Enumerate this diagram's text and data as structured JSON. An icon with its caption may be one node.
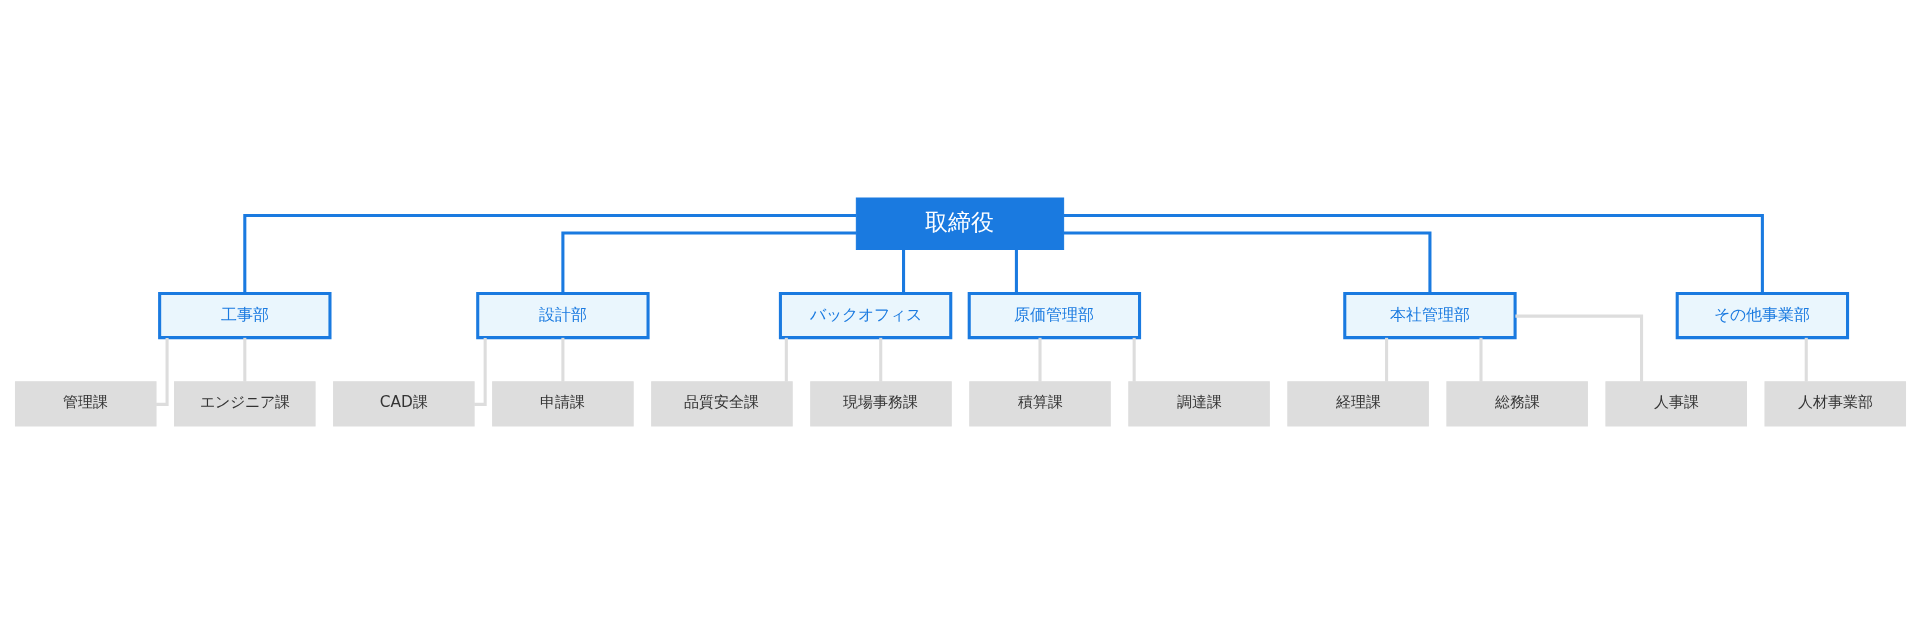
{
  "diagram": {
    "nodes": [
      {
        "text": [
          "取締役"
        ]
      },
      {
        "text": [
          "工事部"
        ]
      },
      {
        "text": [
          "設計部"
        ]
      },
      {
        "text": [
          "バックオフィス"
        ]
      },
      {
        "text": [
          "原価管理部"
        ]
      },
      {
        "text": [
          "本社管理部"
        ]
      },
      {
        "text": [
          "その他事業部"
        ]
      },
      {
        "text": [
          "管理課"
        ]
      },
      {
        "text": [
          "エンジニア課"
        ]
      },
      {
        "text": [
          "CAD課"
        ]
      },
      {
        "text": [
          "申請課"
        ]
      },
      {
        "text": [
          "品質安全課"
        ]
      },
      {
        "text": [
          "現場事務課"
        ]
      },
      {
        "text": [
          "積算課"
        ]
      },
      {
        "text": [
          "調達課"
        ]
      },
      {
        "text": [
          "経理課"
        ]
      },
      {
        "text": [
          "総務課"
        ]
      },
      {
        "text": [
          "人事課"
        ]
      },
      {
        "text": [
          "人材事業部"
        ]
      }
    ],
    "edges": [
      {
        "from": 0,
        "to": 1,
        "arrow": "none",
        "color": "#1a7ae0"
      },
      {
        "from": 0,
        "to": 2,
        "arrow": "none",
        "color": "#1a7ae0"
      },
      {
        "from": 0,
        "to": 3,
        "arrow": "none",
        "color": "#1a7ae0"
      },
      {
        "from": 0,
        "to": 4,
        "arrow": "none",
        "color": "#1a7ae0"
      },
      {
        "from": 0,
        "to": 5,
        "arrow": "none",
        "color": "#1a7ae0"
      },
      {
        "from": 0,
        "to": 6,
        "arrow": "none",
        "color": "#1a7ae0"
      },
      {
        "from": 1,
        "to": 7,
        "arrow": "none"
      },
      {
        "from": 1,
        "to": 8,
        "arrow": "none"
      },
      {
        "from": 2,
        "to": 9,
        "arrow": "none"
      },
      {
        "from": 2,
        "to": 10,
        "arrow": "none"
      },
      {
        "from": 3,
        "to": 11,
        "arrow": "none"
      },
      {
        "from": 3,
        "to": 12,
        "arrow": "none"
      },
      {
        "from": 4,
        "to": 13,
        "arrow": "none"
      },
      {
        "from": 4,
        "to": 14,
        "arrow": "none"
      },
      {
        "from": 5,
        "to": 15,
        "arrow": "none"
      },
      {
        "from": 5,
        "to": 16,
        "arrow": "none"
      },
      {
        "from": 5,
        "to": 17,
        "arrow": "none"
      },
      {
        "from": 6,
        "to": 18,
        "arrow": "none"
      }
    ]
  }
}
